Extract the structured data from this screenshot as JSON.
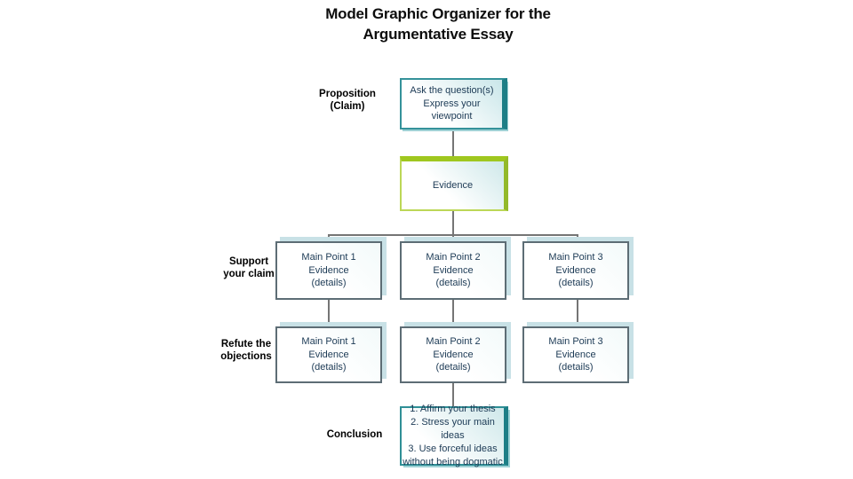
{
  "title": {
    "line1": "Model Graphic Organizer for the",
    "line2": "Argumentative Essay"
  },
  "row_labels": {
    "proposition": {
      "line1": "Proposition",
      "line2": "(Claim)"
    },
    "support": {
      "line1": "Support",
      "line2": "your claim"
    },
    "refute": {
      "line1": "Refute the",
      "line2": "objections"
    },
    "conclusion": {
      "line1": "Conclusion"
    }
  },
  "boxes": {
    "proposition": {
      "line1": "Ask the question(s)",
      "line2": "Express your",
      "line3": "viewpoint"
    },
    "evidence": {
      "label": "Evidence"
    },
    "support": [
      {
        "line1": "Main Point 1",
        "line2": "Evidence",
        "line3": "(details)"
      },
      {
        "line1": "Main Point 2",
        "line2": "Evidence",
        "line3": "(details)"
      },
      {
        "line1": "Main Point 3",
        "line2": "Evidence",
        "line3": "(details)"
      }
    ],
    "refute": [
      {
        "line1": "Main Point 1",
        "line2": "Evidence",
        "line3": "(details)"
      },
      {
        "line1": "Main Point 2",
        "line2": "Evidence",
        "line3": "(details)"
      },
      {
        "line1": "Main Point 3",
        "line2": "Evidence",
        "line3": "(details)"
      }
    ],
    "conclusion": {
      "line1": "1. Affirm your thesis",
      "line2": "2. Stress your main ideas",
      "line3": "3. Use forceful ideas",
      "line4": "without being dogmatic"
    }
  },
  "colors": {
    "teal_border": "#2f8f96",
    "teal_shadow": "#1d7e86",
    "teal_fill": "#cde8ea",
    "lime_green": "#9fc71f",
    "main_box_border": "#5d6d75",
    "light_blue_shadow": "#c8e1e6",
    "box_text": "#1c3a55",
    "connector_gray": "#757575",
    "title_text": "#0d0d0d"
  }
}
